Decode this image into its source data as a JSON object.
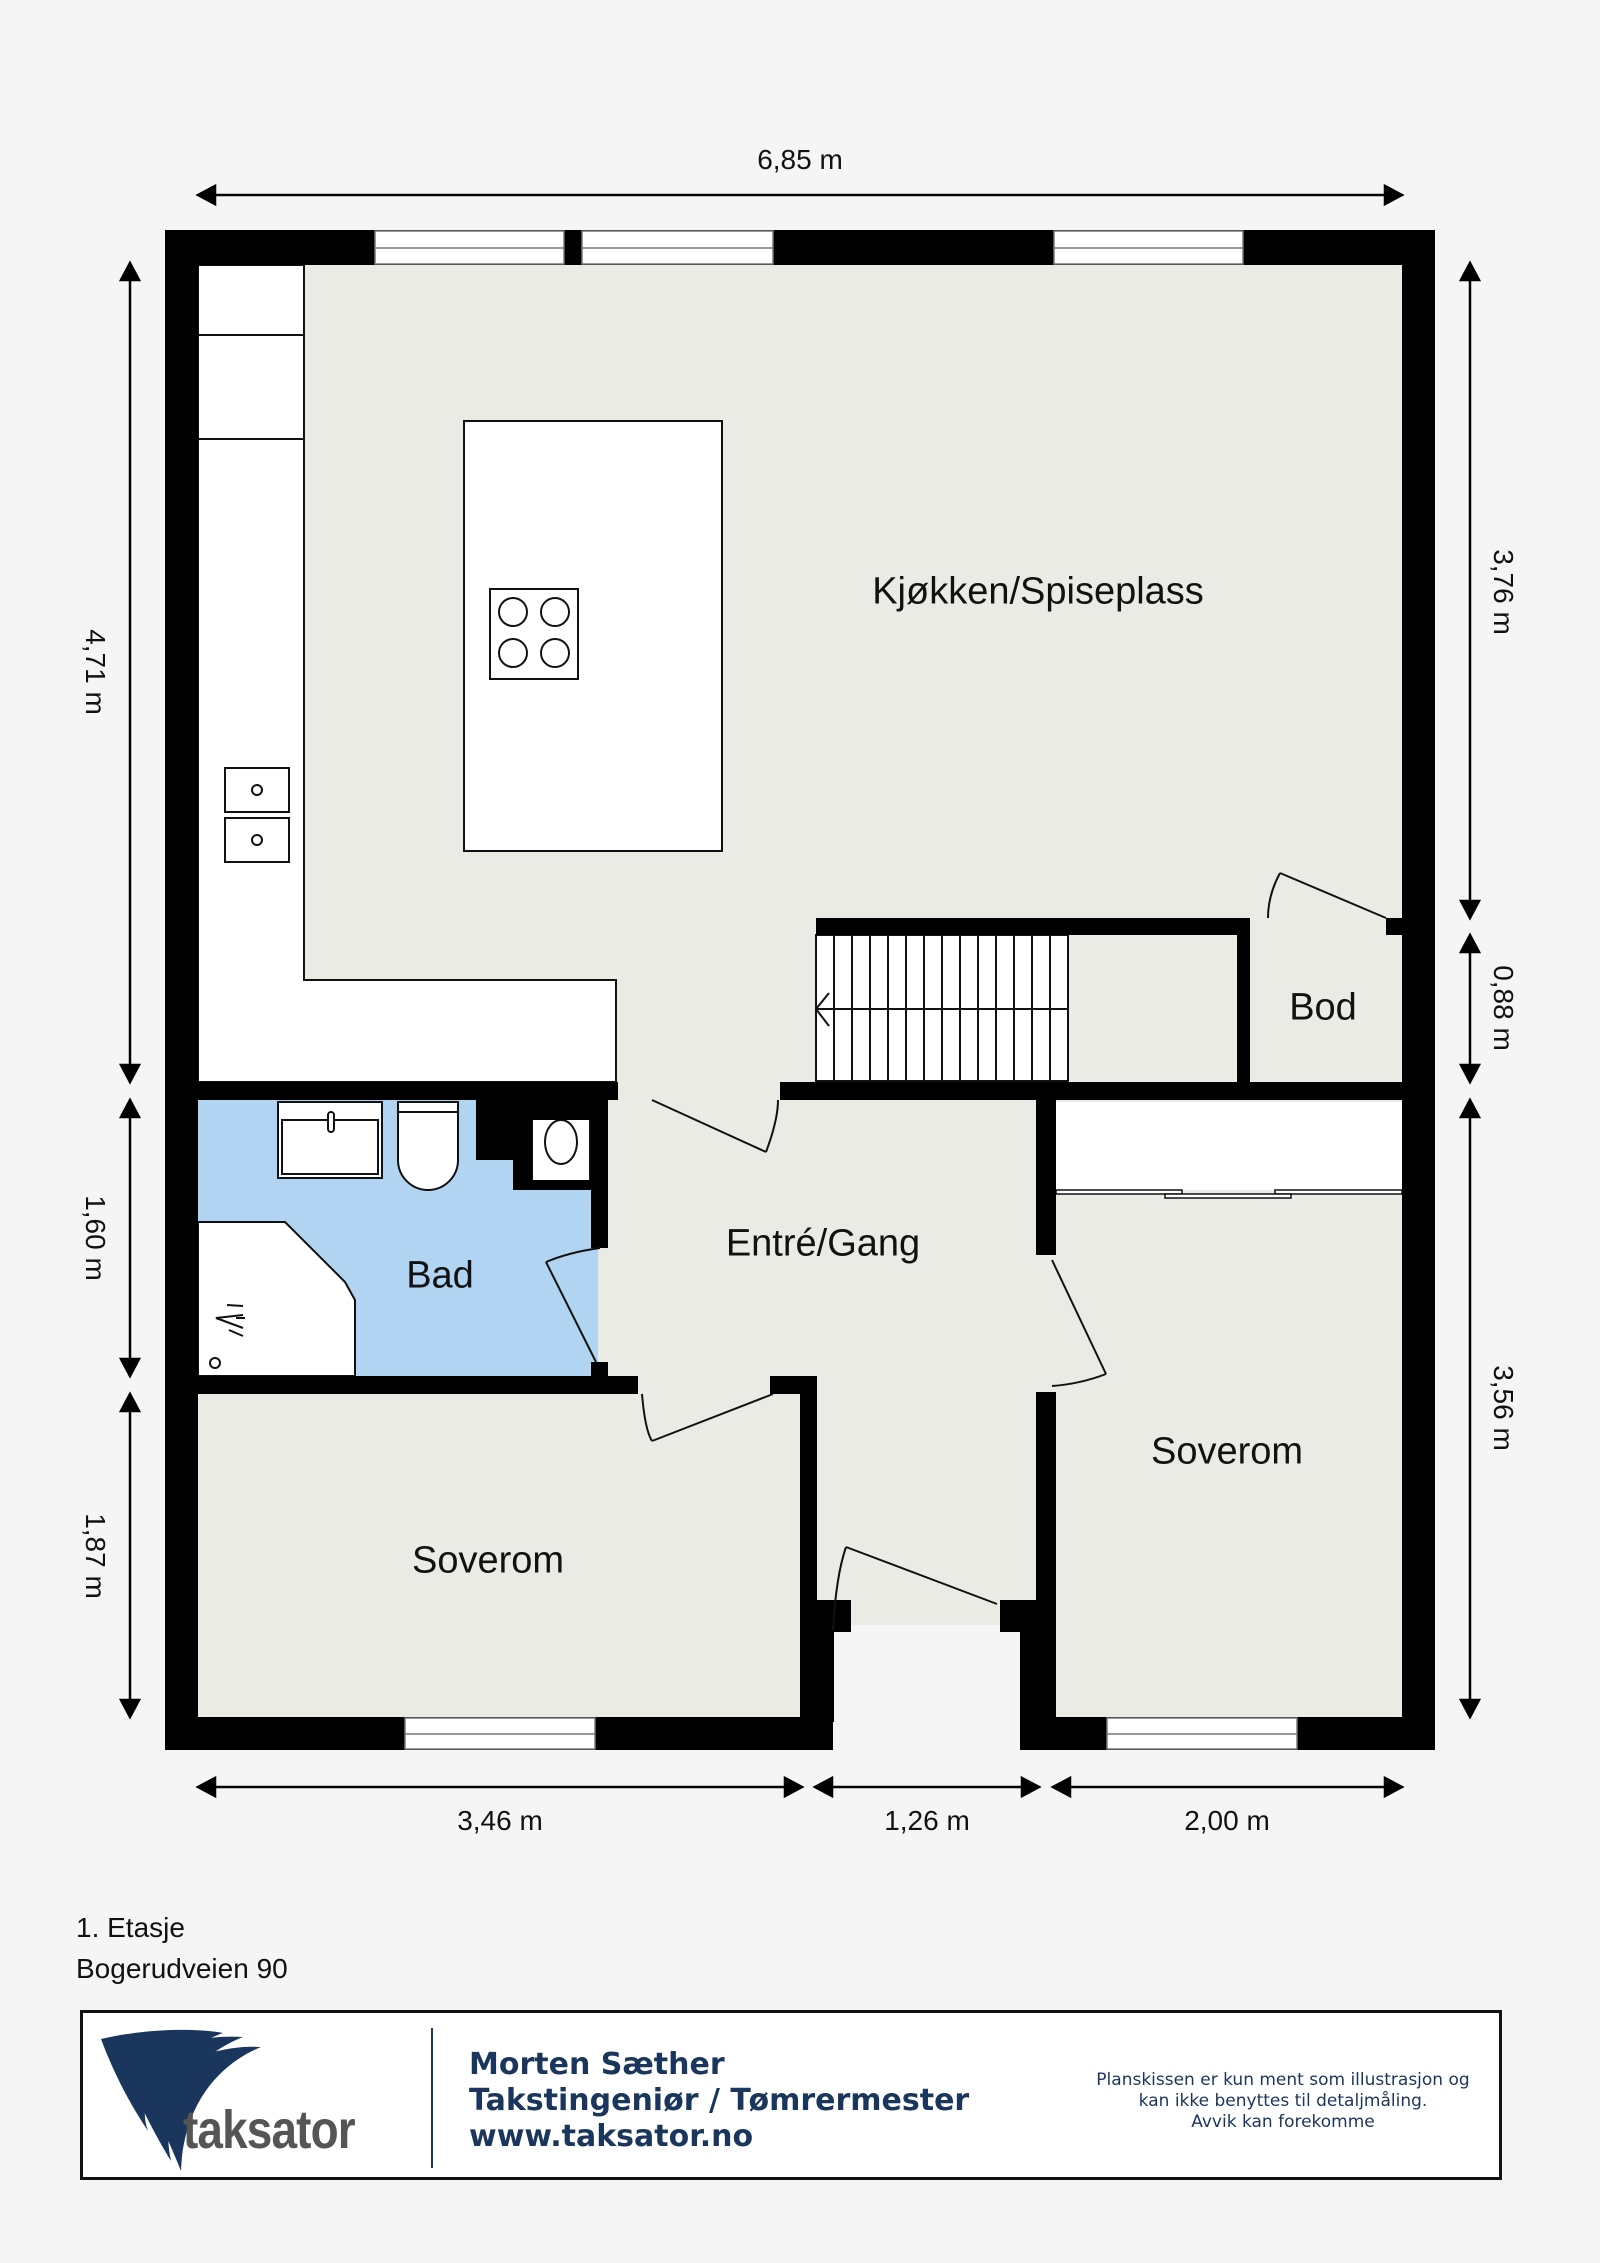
{
  "plan": {
    "floor_label": "1. Etasje",
    "address": "Bogerudveien 90",
    "rooms": {
      "kitchen": "Kjøkken/Spiseplass",
      "storage": "Bod",
      "bathroom": "Bad",
      "hallway": "Entré/Gang",
      "bedroom_left": "Soverom",
      "bedroom_right": "Soverom"
    },
    "dimensions": {
      "top_total": "6,85 m",
      "left_upper": "4,71 m",
      "left_middle": "1,60 m",
      "left_lower": "1,87 m",
      "right_upper": "3,76 m",
      "right_middle": "0,88 m",
      "right_lower": "3,56 m",
      "bottom_left": "3,46 m",
      "bottom_middle": "1,26 m",
      "bottom_right": "2,00 m"
    },
    "colors": {
      "wall": "#000000",
      "floor": "#ebebe6",
      "bathroom_floor": "#b0d4f1",
      "fixture": "#ffffff",
      "background": "#f5f5f5"
    },
    "stair_treads": 14
  },
  "footer": {
    "logo_text": "taksator",
    "name": "Morten Sæther",
    "title": "Takstingeniør / Tømrermester",
    "website": "www.taksator.no",
    "disclaimer_lines": [
      "Planskissen er kun ment som illustrasjon og",
      "kan ikke benyttes til detaljmåling.",
      "Avvik kan forekomme"
    ],
    "brand_color": "#1b365d"
  }
}
